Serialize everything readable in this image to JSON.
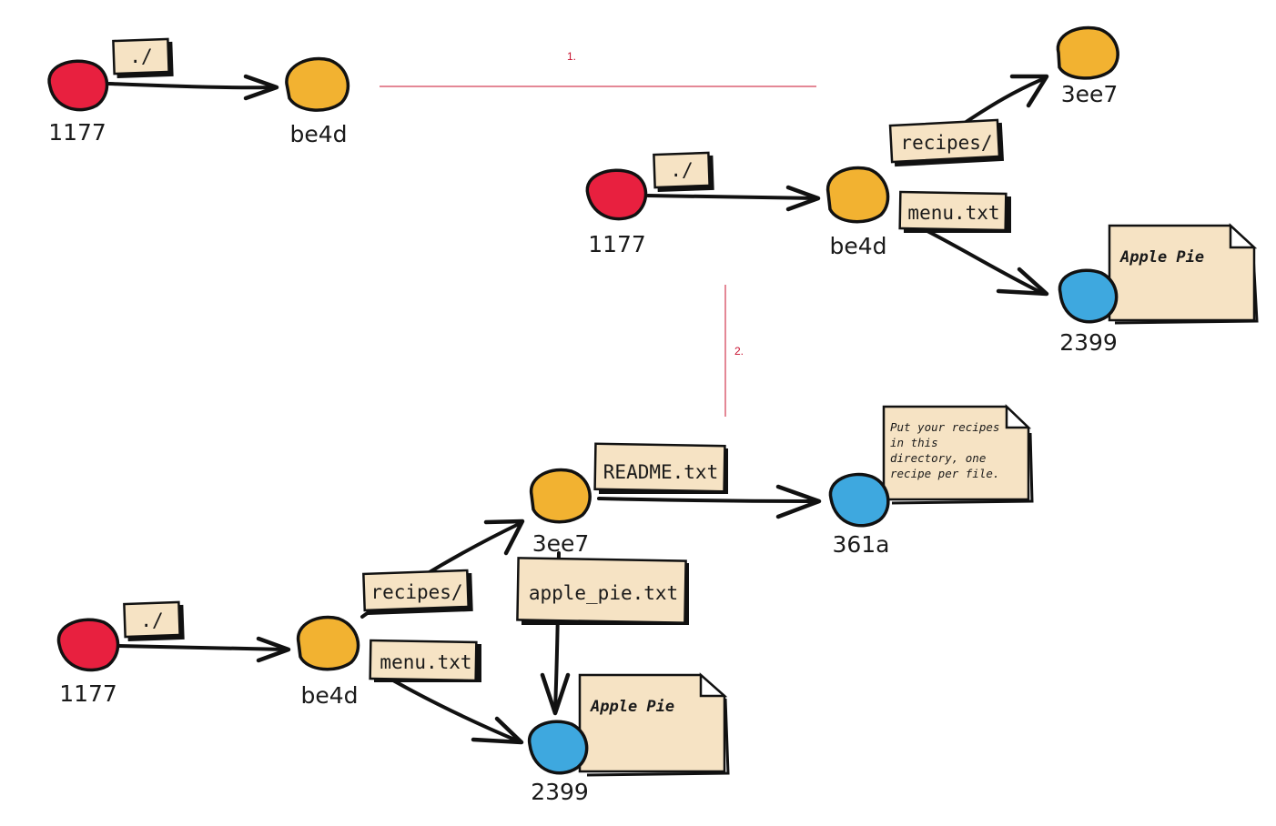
{
  "colors": {
    "tree_root": "#e8203f",
    "tree": "#f2b231",
    "blob": "#3ea8df",
    "tag_fill": "#f6e3c4",
    "step_marker": "#c8102e"
  },
  "steps": [
    "1.",
    "2."
  ],
  "diagram1": {
    "root": {
      "hash": "1177"
    },
    "edge_label": "./",
    "tree": {
      "hash": "be4d"
    }
  },
  "diagram2": {
    "root": {
      "hash": "1177"
    },
    "edge_root": "./",
    "tree": {
      "hash": "be4d"
    },
    "edge_recipes": "recipes/",
    "recipes_tree": {
      "hash": "3ee7"
    },
    "edge_menu": "menu.txt",
    "menu_blob": {
      "hash": "2399",
      "content": "Apple Pie"
    }
  },
  "diagram3": {
    "root": {
      "hash": "1177"
    },
    "edge_root": "./",
    "tree": {
      "hash": "be4d"
    },
    "edge_recipes": "recipes/",
    "recipes_tree": {
      "hash": "3ee7"
    },
    "edge_menu": "menu.txt",
    "menu_blob": {
      "hash": "2399",
      "content": "Apple Pie"
    },
    "edge_readme": "README.txt",
    "readme_blob": {
      "hash": "361a",
      "content_lines": [
        "Put your recipes",
        "in this",
        "directory, one",
        "recipe per file."
      ]
    },
    "edge_apple_pie": "apple_pie.txt"
  }
}
